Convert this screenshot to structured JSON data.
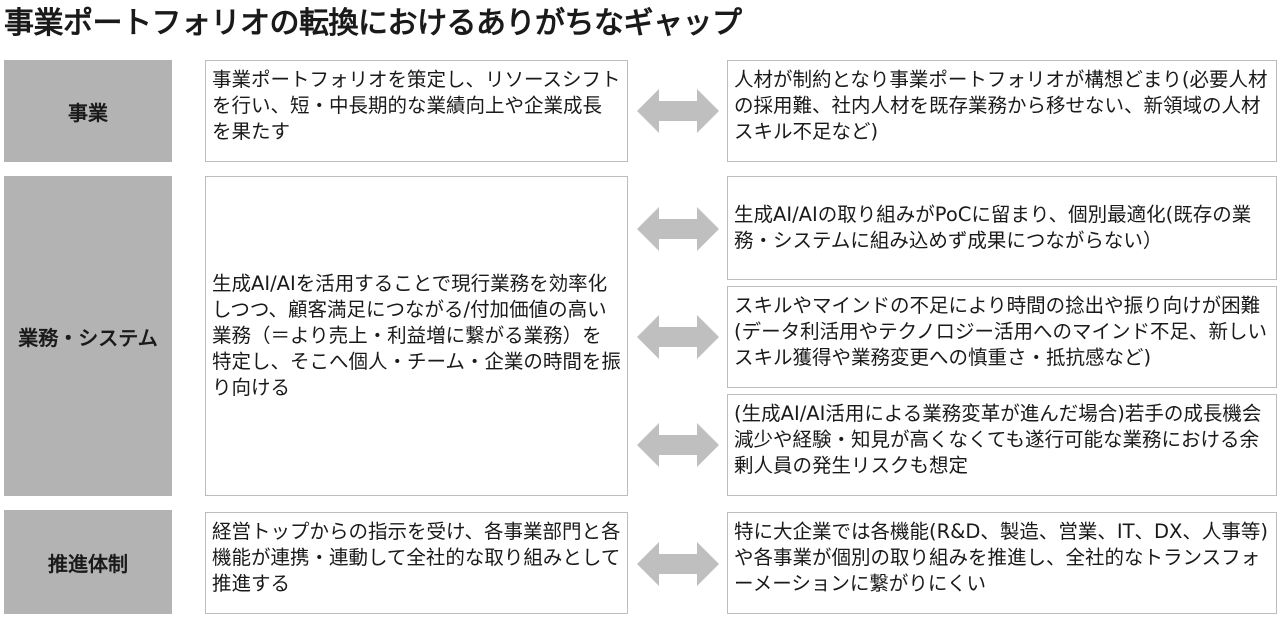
{
  "title": "事業ポートフォリオの転換におけるありがちなギャップ",
  "rows": [
    {
      "category": "事業",
      "current": "事業ポートフォリオを策定し、リソースシフトを行い、短・中長期的な業績向上や企業成長を果たす",
      "gaps": [
        "人材が制約となり事業ポートフォリオが構想どまり(必要人材の採用難、社内人材を既存業務から移せない、新領域の人材スキル不足など)"
      ]
    },
    {
      "category": "業務・システム",
      "current": "生成AI/AIを活用することで現行業務を効率化しつつ、顧客満足につながる/付加価値の高い業務（＝より売上・利益増に繋がる業務）を特定し、そこへ個人・チーム・企業の時間を振り向ける",
      "gaps": [
        "生成AI/AIの取り組みがPoCに留まり、個別最適化(既存の業務・システムに組み込めず成果につながらない）",
        "スキルやマインドの不足により時間の捻出や振り向けが困難(データ利活用やテクノロジー活用へのマインド不足、新しいスキル獲得や業務変更への慎重さ・抵抗感など)",
        "(生成AI/AI活用による業務変革が進んだ場合)若手の成長機会減少や経験・知見が高くなくても遂行可能な業務における余剰人員の発生リスクも想定"
      ]
    },
    {
      "category": "推進体制",
      "current": "経営トップからの指示を受け、各事業部門と各機能が連携・連動して全社的な取り組みとして推進する",
      "gaps": [
        "特に大企業では各機能(R&D、製造、営業、IT、DX、人事等)や各事業が個別の取り組みを推進し、全社的なトランスフォーメーションに繋がりにくい"
      ]
    }
  ],
  "colors": {
    "category_bg": "#b3b3b3",
    "box_border": "#bdbdbd",
    "arrow": "#bfbfbf",
    "text": "#1a1a1a"
  },
  "icons": {
    "arrow": "double-headed-arrow"
  }
}
